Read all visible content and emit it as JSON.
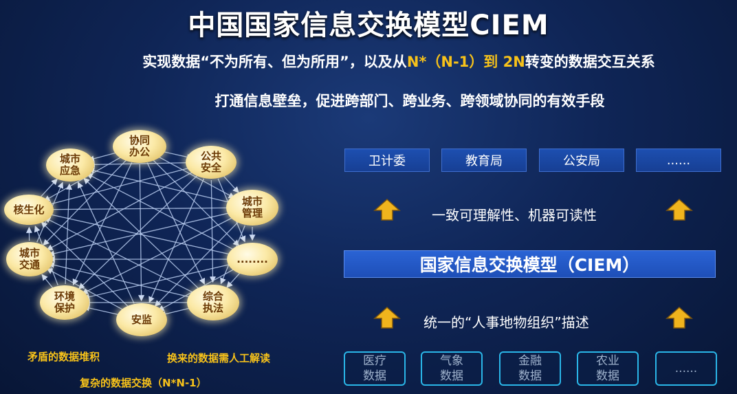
{
  "title": "中国国家信息交换模型CIEM",
  "subtitle1": {
    "part1": "实现数据“不为所有、但为所用”，以及从",
    "part2": "N*（N-1）到 2N",
    "part3": "转变的数据交互关系"
  },
  "subtitle2": "打通信息壁垒，促进跨部门、跨业务、跨领域协同的有效手段",
  "network": {
    "nodes": [
      {
        "id": "xietong",
        "label": "协同\n办公"
      },
      {
        "id": "gonggong",
        "label": "公共\n安全"
      },
      {
        "id": "chengshiguanli",
        "label": "城市\n管理"
      },
      {
        "id": "more",
        "label": "........"
      },
      {
        "id": "zonghe",
        "label": "综合\n执法"
      },
      {
        "id": "anjian",
        "label": "安监"
      },
      {
        "id": "huanjing",
        "label": "环境\n保护"
      },
      {
        "id": "jiaotong",
        "label": "城市\n交通"
      },
      {
        "id": "heshenghua",
        "label": "核生化"
      },
      {
        "id": "yingji",
        "label": "城市\n应急"
      }
    ],
    "captions": {
      "left": "矛盾的数据堆积",
      "right": "换来的数据需人工解读",
      "bottom": "复杂的数据交换（N*N-1）"
    }
  },
  "departments": [
    "卫计委",
    "教育局",
    "公安局",
    "......"
  ],
  "arrow_text_top": "一致可理解性、机器可读性",
  "model_label": "国家信息交换模型（CIEM）",
  "arrow_text_bottom": "统一的“人事地物组织”描述",
  "data_boxes": [
    "医疗\n数据",
    "气象\n数据",
    "金融\n数据",
    "农业\n数据",
    "......"
  ],
  "colors": {
    "accent": "#f7c21a",
    "node_text": "#6b3a06",
    "box_blue": "#1d4fb0",
    "data_border": "#2ab6e8"
  }
}
